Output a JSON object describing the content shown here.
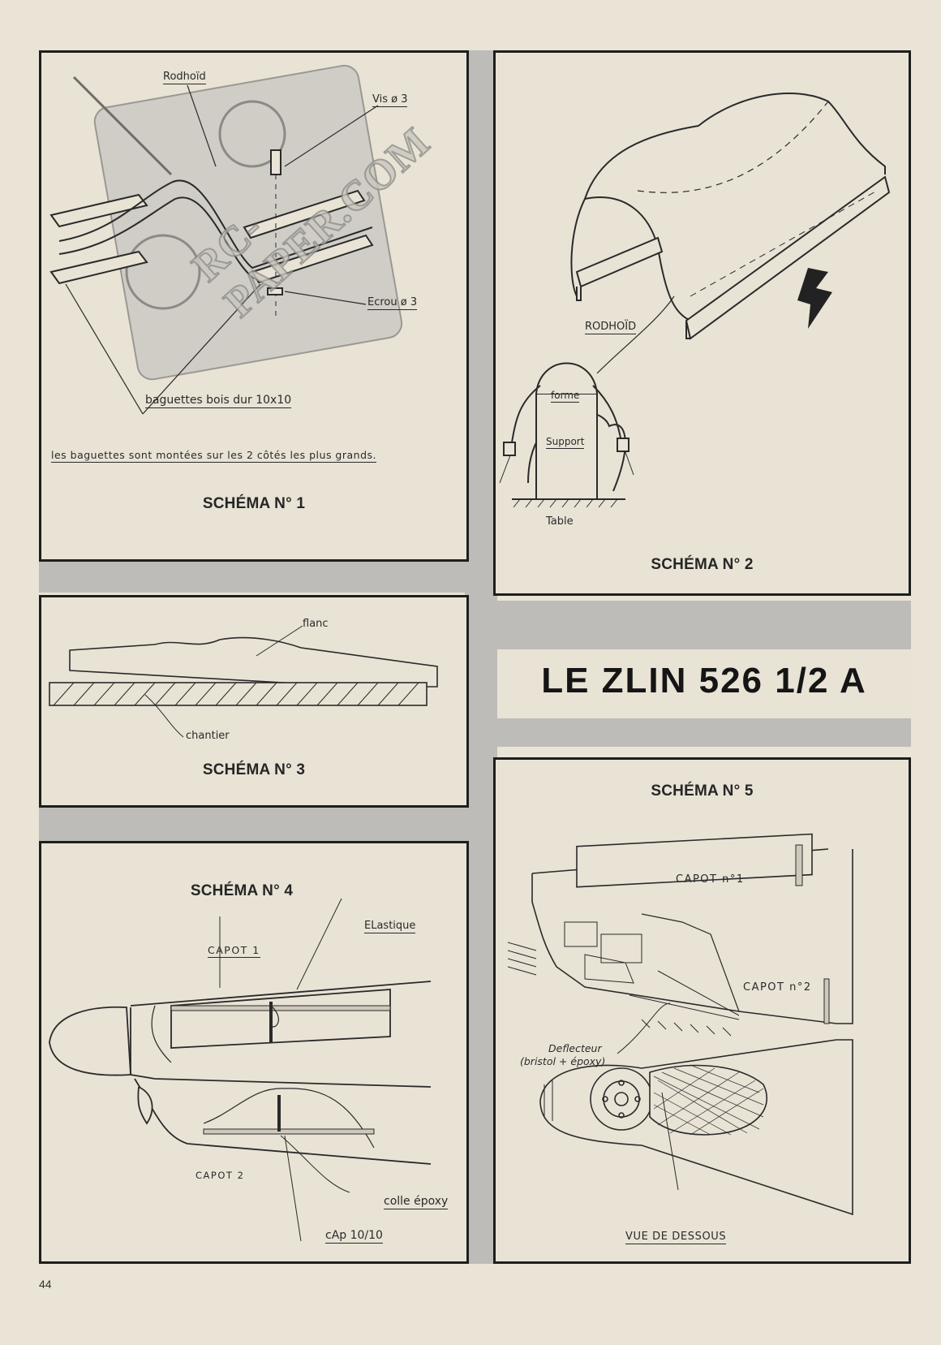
{
  "page": {
    "title": "LE ZLIN 526 1/2 A",
    "page_number": "44"
  },
  "schema1": {
    "title": "SCHÉMA N° 1",
    "labels": {
      "rodhoid": "Rodhoïd",
      "vis": "Vis ø 3",
      "ecrou": "Ecrou ø 3",
      "baguettes": "baguettes bois dur 10x10",
      "note": "les baguettes sont montées sur les 2 côtés les plus grands."
    },
    "watermark": "RC-PAPER.COM"
  },
  "schema2": {
    "title": "SCHÉMA N° 2",
    "labels": {
      "rodhoid": "RODHOÏD",
      "forme": "forme",
      "support": "Support",
      "table": "Table"
    }
  },
  "schema3": {
    "title": "SCHÉMA N° 3",
    "labels": {
      "flanc": "flanc",
      "chantier": "chantier"
    }
  },
  "schema4": {
    "title": "SCHÉMA N° 4",
    "labels": {
      "elastique": "ELastique",
      "capot1": "CAPOT 1",
      "capot2": "CAPOT 2",
      "colle": "colle époxy",
      "cap": "cAp 10/10"
    }
  },
  "schema5": {
    "title": "SCHÉMA N° 5",
    "labels": {
      "capot1": "CAPOT n°1",
      "capot2": "CAPOT n°2",
      "deflecteur_line1": "Deflecteur",
      "deflecteur_line2": "(bristol + époxy)",
      "vue": "VUE DE DESSOUS"
    }
  }
}
